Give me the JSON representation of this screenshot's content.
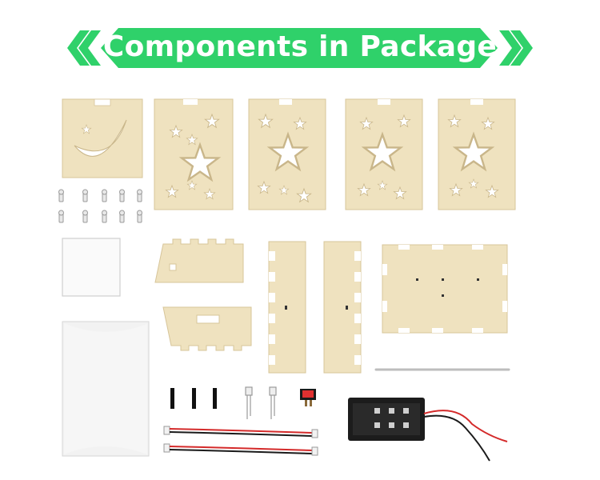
{
  "banner": {
    "title": "Components in Package",
    "color": "#2fd16a"
  },
  "colors": {
    "wood": "#efe2bf",
    "wood_edge": "#d7c59a",
    "cutout": "#ffffff",
    "wire_red": "#d42a2a",
    "wire_black": "#1a1a1a",
    "switch_red": "#e03030",
    "battery_box": "#1c1c1c"
  },
  "components": [
    "moon-panel",
    "star-panel",
    "star-panel",
    "star-panel",
    "star-panel",
    "screws",
    "acrylic-square",
    "diffuser-sheet",
    "notched-strip",
    "notched-strip",
    "tall-side-panel",
    "tall-side-panel",
    "base-board",
    "standoff-pins",
    "led-pair",
    "rocker-switch",
    "battery-holder",
    "jumper-wires",
    "metal-rod"
  ]
}
